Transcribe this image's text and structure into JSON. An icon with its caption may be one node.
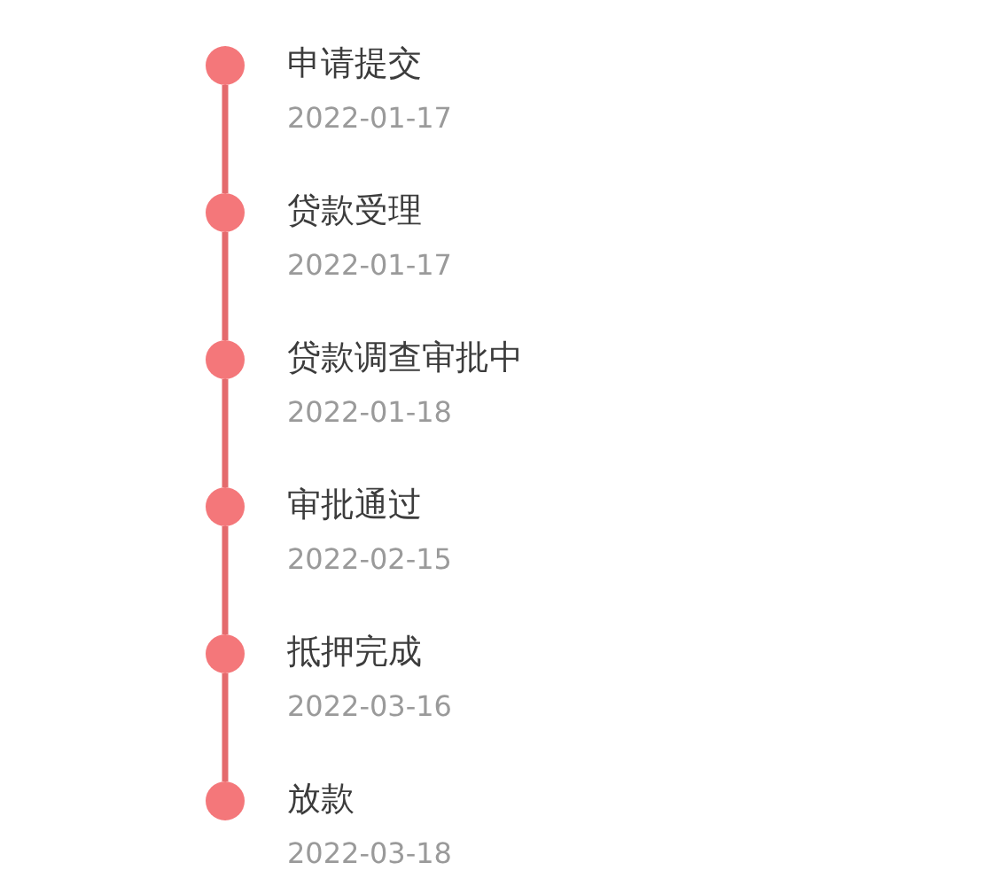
{
  "diagram": {
    "nodes": [
      {
        "text": [],
        "shape": "circle",
        "beside": [
          "申请提交",
          "2022-01-17"
        ]
      },
      {
        "text": [],
        "shape": "circle",
        "beside": [
          "贷款受理",
          "2022-01-17"
        ]
      },
      {
        "text": [],
        "shape": "circle",
        "beside": [
          "贷款调查审批中",
          "2022-01-18"
        ]
      },
      {
        "text": [],
        "shape": "circle",
        "beside": [
          "审批通过",
          "2022-02-15"
        ]
      },
      {
        "text": [],
        "shape": "circle",
        "beside": [
          "抵押完成",
          "2022-03-16"
        ]
      },
      {
        "text": [],
        "shape": "circle",
        "beside": [
          "放款",
          "2022-03-18"
        ]
      }
    ],
    "edges": [
      {
        "from": 0,
        "to": 1,
        "arrow": "none"
      },
      {
        "from": 1,
        "to": 2,
        "arrow": "none"
      },
      {
        "from": 2,
        "to": 3,
        "arrow": "none"
      },
      {
        "from": 3,
        "to": 4,
        "arrow": "none"
      },
      {
        "from": 4,
        "to": 5,
        "arrow": "none"
      }
    ]
  }
}
